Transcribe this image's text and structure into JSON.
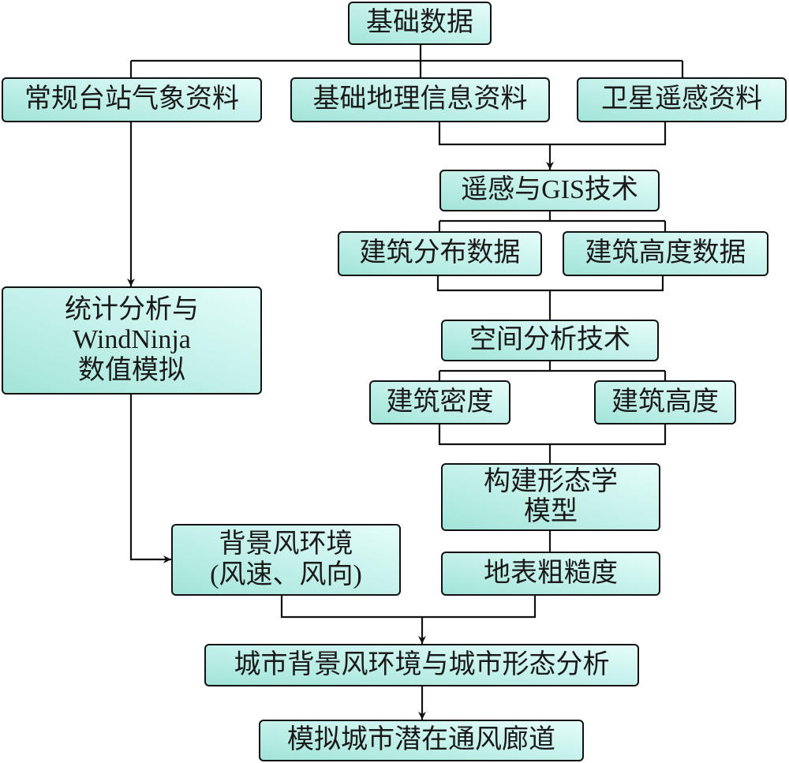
{
  "nodes": {
    "base_data": "基础数据",
    "station_met": "常规台站气象资料",
    "geo_info": "基础地理信息资料",
    "satellite": "卫星遥感资料",
    "rs_gis": "遥感与GIS技术",
    "bldg_distribution": "建筑分布数据",
    "bldg_height_data": "建筑高度数据",
    "spatial_analysis": "空间分析技术",
    "bldg_density": "建筑密度",
    "bldg_height": "建筑高度",
    "morph_model": {
      "line1": "构建形态学",
      "line2": "模型"
    },
    "roughness": "地表粗糙度",
    "stat_sim": {
      "line1": "统计分析与",
      "line2": "WindNinja",
      "line3": "数值模拟"
    },
    "bg_wind": {
      "line1": "背景风环境",
      "line2": "(风速、风向)"
    },
    "urban_analysis": "城市背景风环境与城市形态分析",
    "corridor": "模拟城市潜在通风廊道"
  },
  "colors": {
    "box_fill_light": "#e4fcfa",
    "box_fill_dark": "#a2e4d8",
    "stroke": "#111111"
  }
}
